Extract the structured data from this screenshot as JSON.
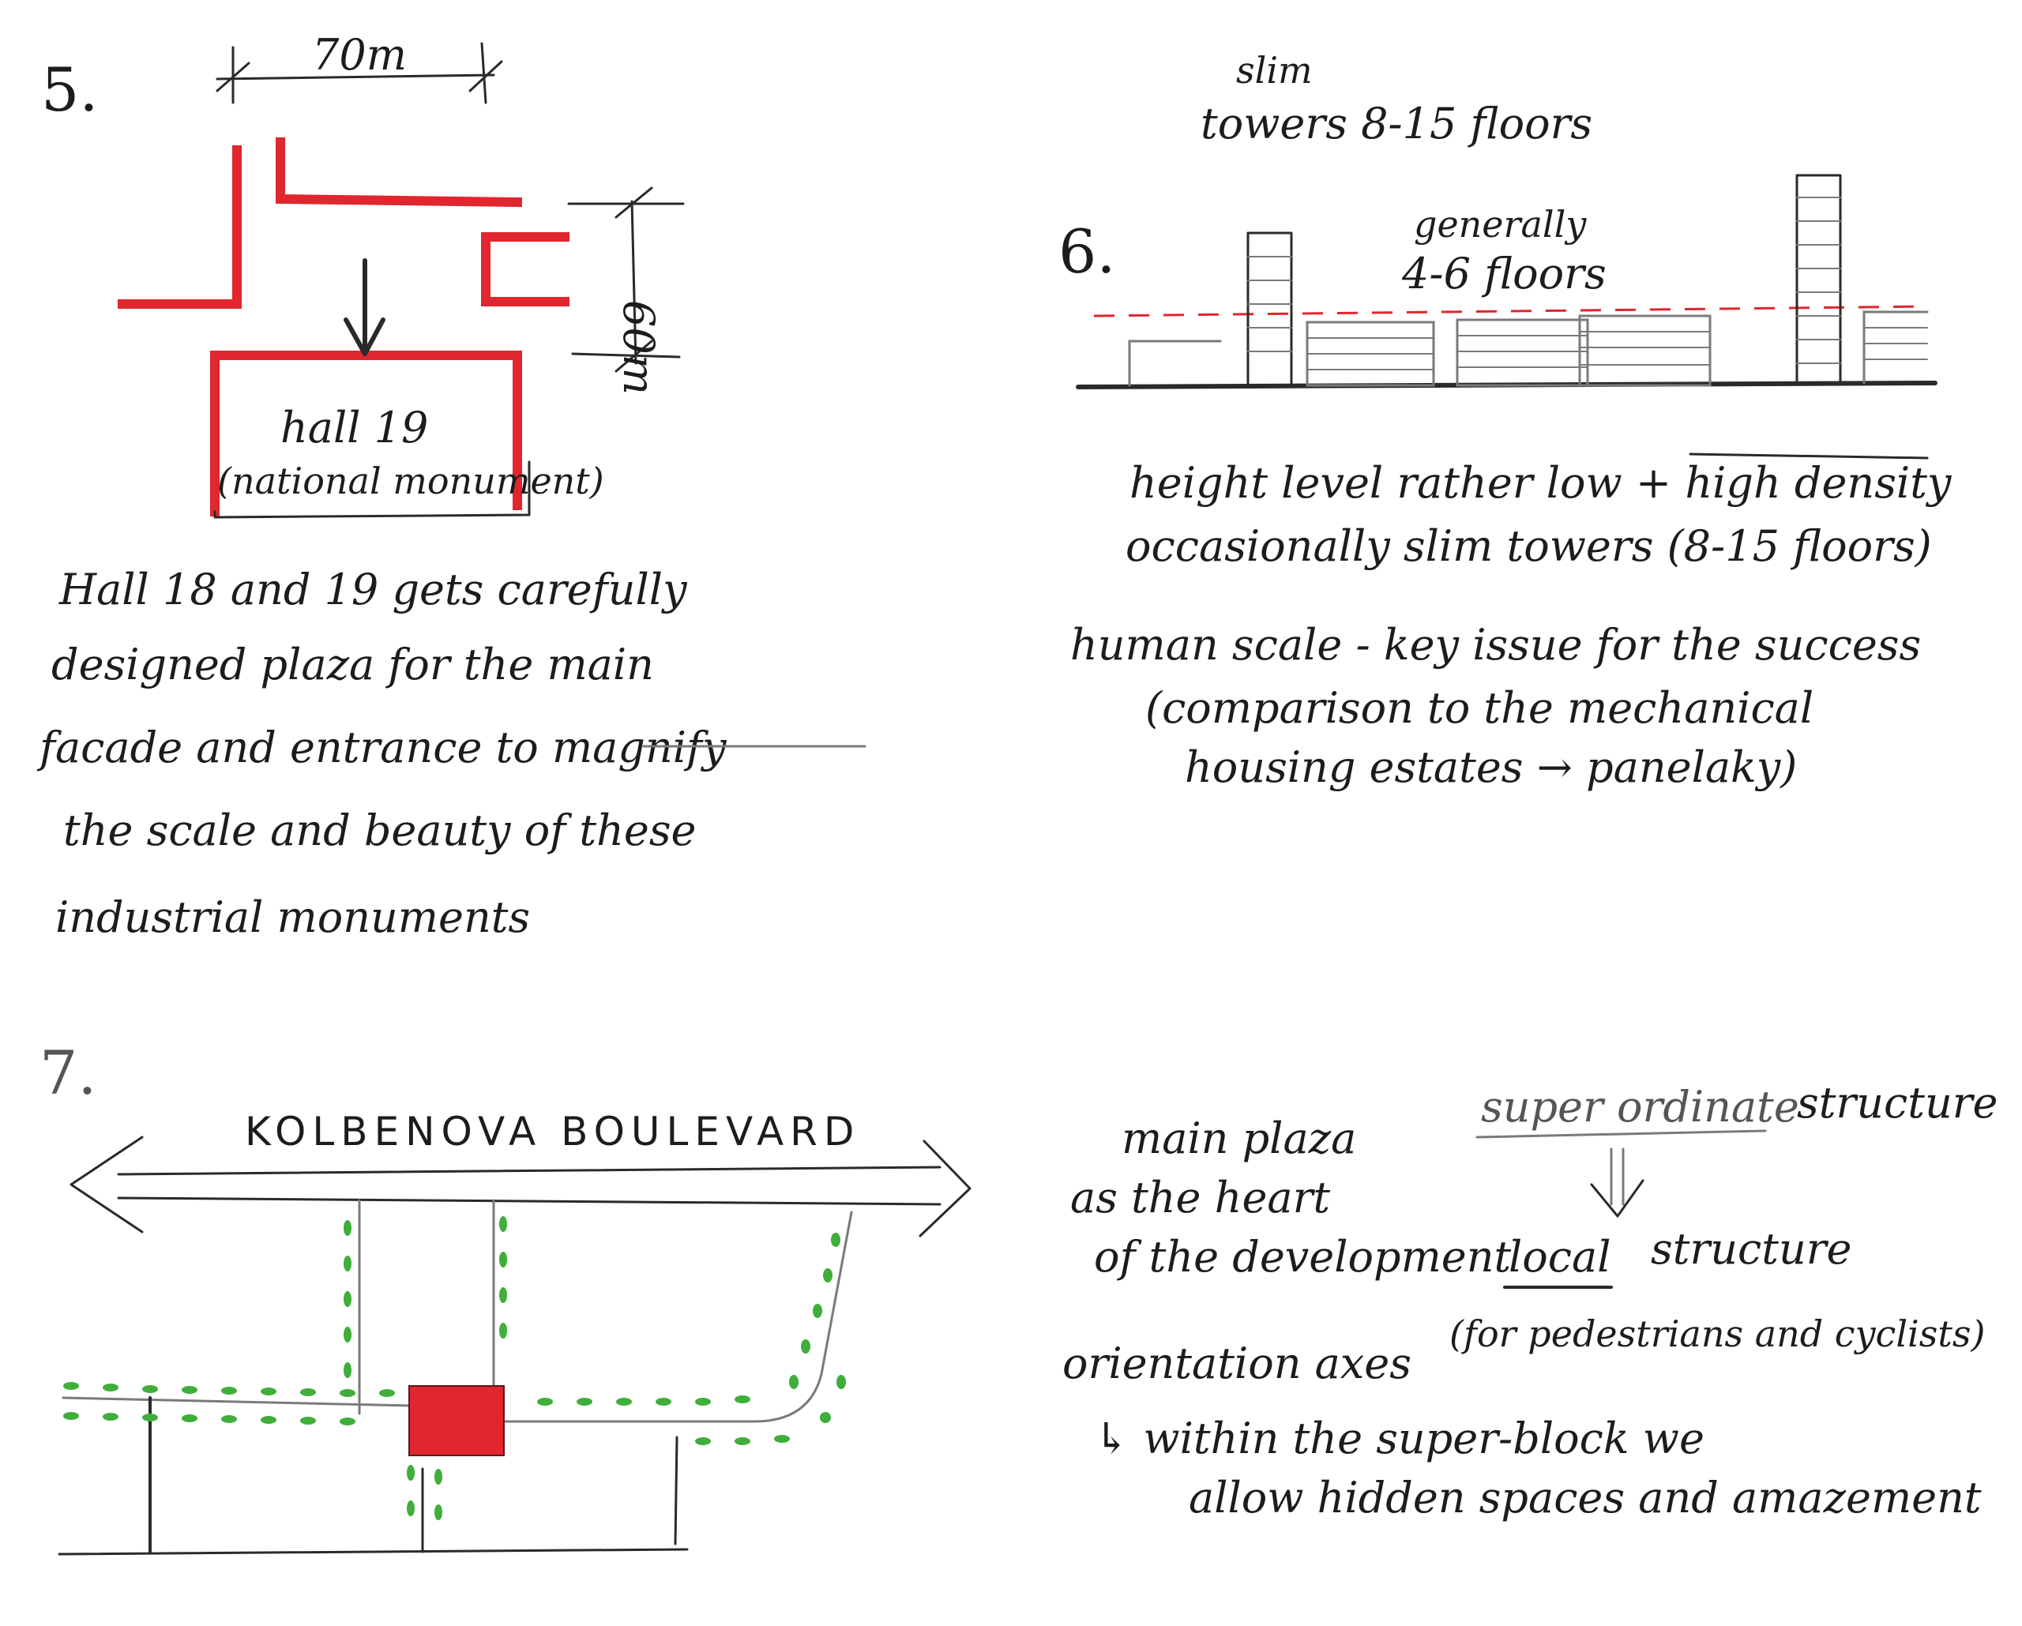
{
  "colors": {
    "ink": "#1c1c1c",
    "pencil": "#2a2a2a",
    "red_marker": "#e0262e",
    "green_dots": "#3fae3a"
  },
  "section5": {
    "number": "5.",
    "dim_width": "70m",
    "dim_height": "60m",
    "hall_label": "hall 19",
    "hall_sub": "(national monument)",
    "text_lines": [
      "Hall 18 and 19 gets carefully",
      "designed plaza for the main",
      "facade and entrance to magnify",
      "the scale and beauty of these",
      "industrial monuments"
    ]
  },
  "section6": {
    "number": "6.",
    "top_note_1": "slim",
    "top_note_2": "towers  8-15 floors",
    "sketch_note_1": "generally",
    "sketch_note_2": "4-6 floors",
    "text_lines": [
      "height level rather low + high density",
      "occasionally slim towers  (8-15 floors)",
      "human scale - key issue for the success",
      "(comparison to the mechanical",
      "housing estates → panelaky)"
    ]
  },
  "section7": {
    "number": "7.",
    "boulevard": "KOLBENOVA BOULEVARD",
    "plaza_note": [
      "main plaza",
      "as the heart",
      "of the development"
    ],
    "super_label": "super ordinate",
    "structure_word": "structure",
    "local_label": "local",
    "local_structure_word": "structure",
    "local_note": "(for pedestrians and cyclists)",
    "axes_note": "orientation axes",
    "within_lines": [
      "↳ within the super-block we",
      "allow hidden spaces and amazement"
    ]
  }
}
